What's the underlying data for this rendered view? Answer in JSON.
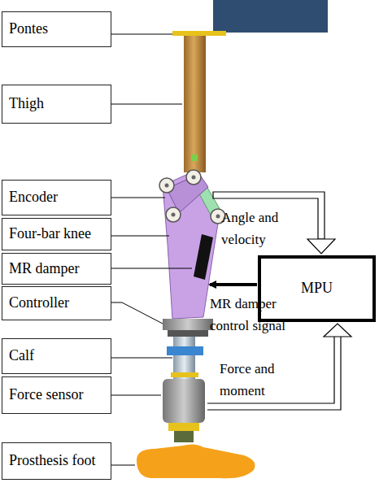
{
  "diagram": {
    "nodes": [
      {
        "text": [
          "Pontes"
        ]
      },
      {
        "text": [
          "Thigh"
        ]
      },
      {
        "text": [
          "Encoder"
        ]
      },
      {
        "text": [
          "Four-bar knee"
        ]
      },
      {
        "text": [
          "MR damper"
        ]
      },
      {
        "text": [
          "Controller"
        ]
      },
      {
        "text": [
          "Calf"
        ]
      },
      {
        "text": [
          "Force sensor"
        ]
      },
      {
        "text": [
          "Prosthesis foot"
        ]
      },
      {
        "text": [
          "MPU"
        ]
      }
    ],
    "labels": [
      "Angle and velocity",
      "MR damper control signal",
      "Force and moment"
    ]
  }
}
